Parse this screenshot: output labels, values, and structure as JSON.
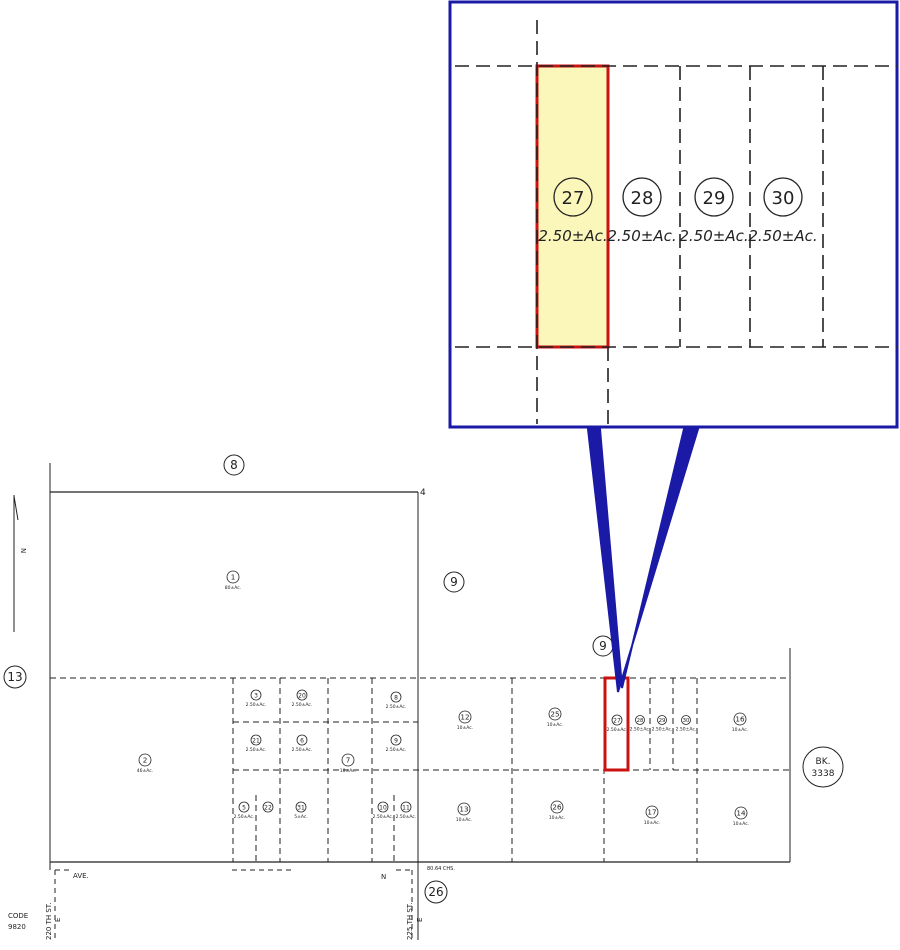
{
  "map": {
    "neighbor_labels": {
      "top": "8",
      "right_mid": "9",
      "inner": "9",
      "left": "13",
      "bottom": "26",
      "corner": "4"
    },
    "book": {
      "prefix": "BK.",
      "number": "3338"
    },
    "north_letter": "N",
    "code": {
      "label": "CODE",
      "value": "9820"
    },
    "streets": {
      "ave": "AVE.",
      "ave_suffix": "N",
      "west": "220 TH ST.",
      "east": "225 TH ST.",
      "suffix": "E"
    },
    "road_note": "80.64 CHS.",
    "parcels": [
      {
        "num": "1",
        "area": "80±Ac."
      },
      {
        "num": "2",
        "area": "46±Ac."
      },
      {
        "num": "3",
        "area": "2.50±Ac."
      },
      {
        "num": "20",
        "area": "2.50±Ac."
      },
      {
        "num": "21",
        "area": "2.50±Ac."
      },
      {
        "num": "6",
        "area": "2.50±Ac."
      },
      {
        "num": "7",
        "area": "10±Ac."
      },
      {
        "num": "8",
        "area": "2.50±Ac."
      },
      {
        "num": "9",
        "area": "2.50±Ac."
      },
      {
        "num": "5",
        "area": "2.50±Ac."
      },
      {
        "num": "22",
        "area": ""
      },
      {
        "num": "31",
        "area": "5±Ac."
      },
      {
        "num": "10",
        "area": "2.50±Ac."
      },
      {
        "num": "11",
        "area": "2.50±Ac."
      },
      {
        "num": "12",
        "area": "10±Ac."
      },
      {
        "num": "25",
        "area": "10±Ac."
      },
      {
        "num": "27",
        "area": "2.50±Ac."
      },
      {
        "num": "28",
        "area": "2.50±Ac."
      },
      {
        "num": "29",
        "area": "2.50±Ac."
      },
      {
        "num": "30",
        "area": "2.50±Ac."
      },
      {
        "num": "16",
        "area": "10±Ac."
      },
      {
        "num": "13",
        "area": "10±Ac."
      },
      {
        "num": "26",
        "area": "10±Ac."
      },
      {
        "num": "17",
        "area": "10±Ac."
      },
      {
        "num": "14",
        "area": "10±Ac."
      }
    ],
    "zoom": [
      {
        "num": "27",
        "area": "2.50±Ac."
      },
      {
        "num": "28",
        "area": "2.50±Ac."
      },
      {
        "num": "29",
        "area": "2.50±Ac."
      },
      {
        "num": "30",
        "area": "2.50±Ac."
      }
    ],
    "colors": {
      "highlight_border": "#cc1111",
      "highlight_fill": "#fbf7bb",
      "callout": "#1a1aa6",
      "ink": "#222222"
    }
  }
}
